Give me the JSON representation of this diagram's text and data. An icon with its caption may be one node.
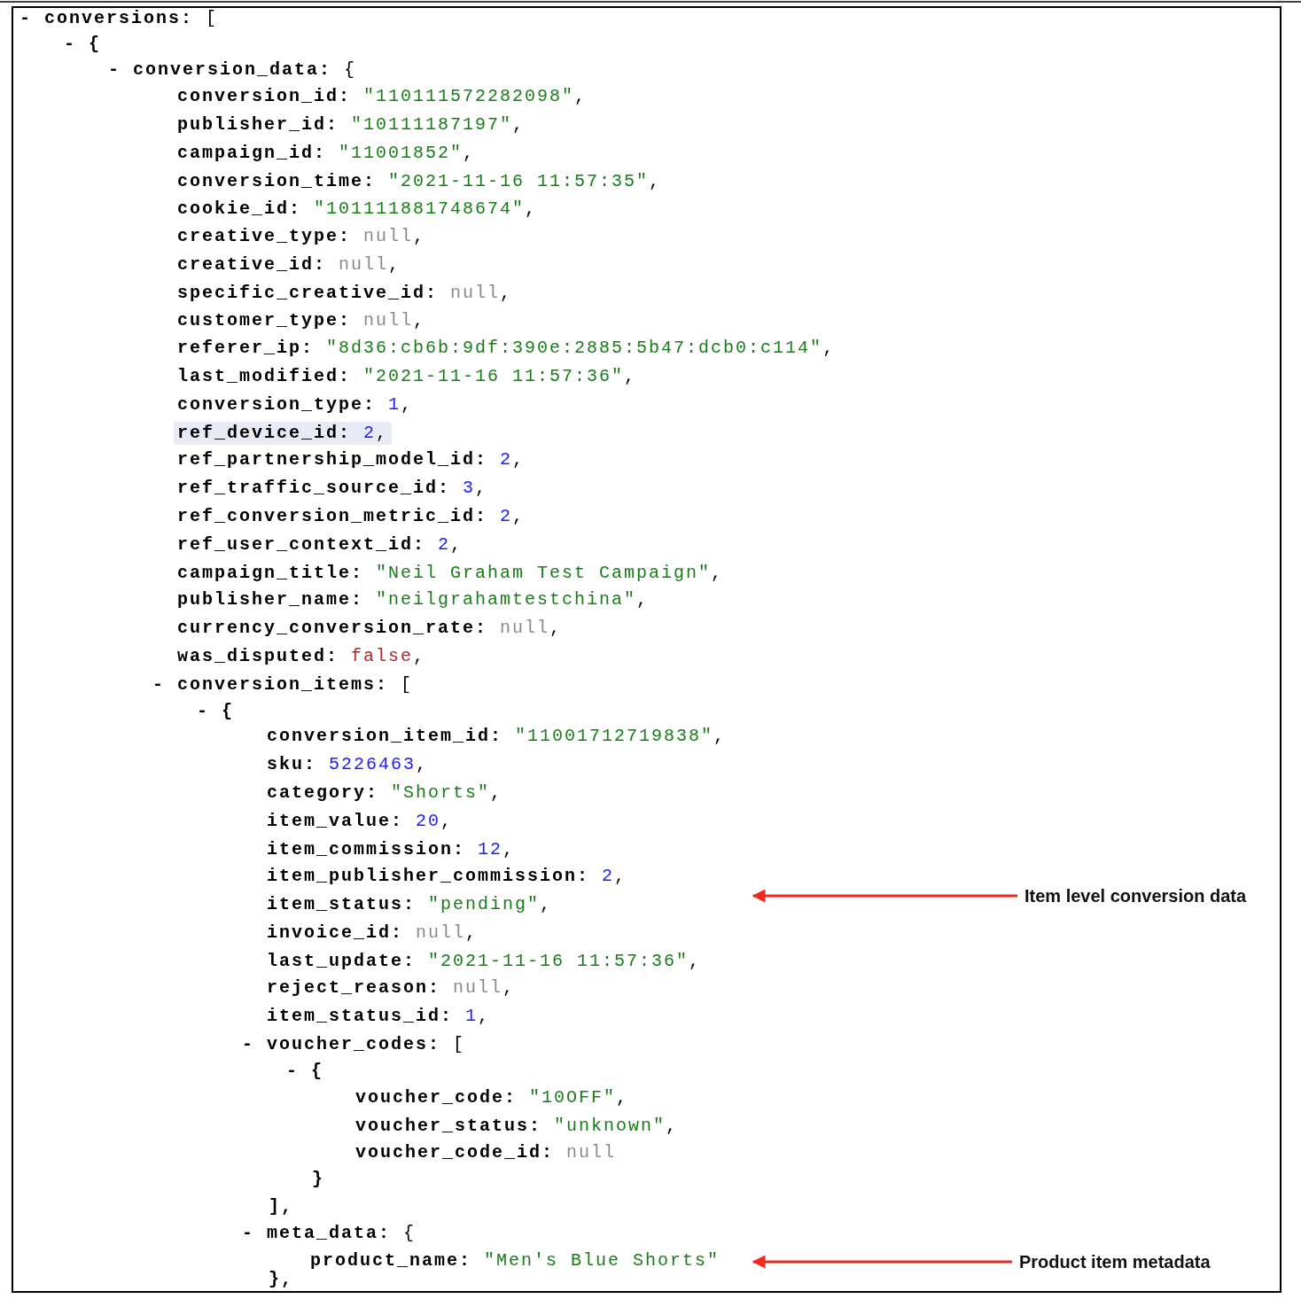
{
  "diagram": {
    "nodes": [
      {
        "text": [
          "Item level conversion data"
        ]
      },
      {
        "text": [
          "Product item metadata"
        ]
      }
    ],
    "edges": [
      {
        "from": 0,
        "to": null,
        "arrow": "to"
      },
      {
        "from": 1,
        "to": null,
        "arrow": "to"
      }
    ],
    "labels": [
      "- conversions: [",
      "- {",
      "- conversion_data: {",
      "conversion_id: \"110111572282098\",",
      "publisher_id: \"10111187197\",",
      "campaign_id: \"11001852\",",
      "conversion_time: \"2021-11-16 11:57:35\",",
      "cookie_id: \"101111881748674\",",
      "creative_type: null,",
      "creative_id: null,",
      "specific_creative_id: null,",
      "customer_type: null,",
      "referer_ip: \"8d36:cb6b:9df:390e:2885:5b47:dcb0:c114\",",
      "last_modified: \"2021-11-16 11:57:36\",",
      "conversion_type: 1,",
      "ref_device_id: 2,",
      "ref_partnership_model_id: 2,",
      "ref_traffic_source_id: 3,",
      "ref_conversion_metric_id: 2,",
      "ref_user_context_id: 2,",
      "campaign_title: \"Neil Graham Test Campaign\",",
      "publisher_name: \"neilgrahamtestchina\",",
      "currency_conversion_rate: null,",
      "was_disputed: false,",
      "- conversion_items: [",
      "- {",
      "conversion_item_id: \"11001712719838\",",
      "sku: 5226463,",
      "category: \"Shorts\",",
      "item_value: 20,",
      "item_commission: 12,",
      "item_publisher_commission: 2,",
      "item_status: \"pending\",",
      "invoice_id: null,",
      "last_update: \"2021-11-16 11:57:36\",",
      "reject_reason: null,",
      "item_status_id: 1,",
      "- voucher_codes: [",
      "- {",
      "voucher_code: \"10OFF\",",
      "voucher_status: \"unknown\",",
      "voucher_code_id: null",
      "}",
      "],",
      "- meta_data: {",
      "product_name: \"Men's Blue Shorts\"",
      "},"
    ]
  }
}
